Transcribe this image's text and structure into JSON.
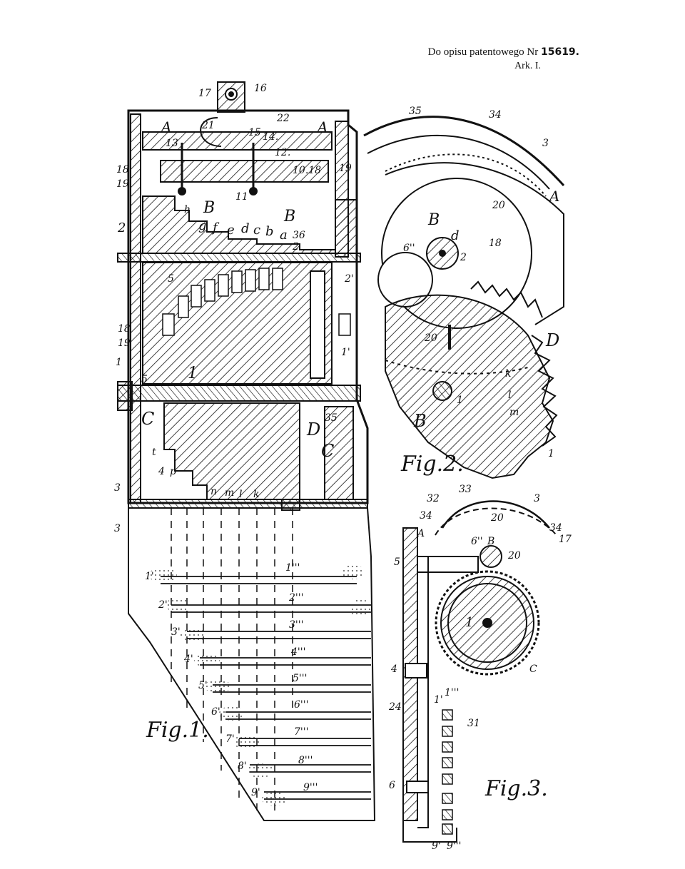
{
  "header": {
    "title_prefix": "Do opisu patentowego Nr",
    "patent_number": "15619.",
    "sheet": "Ark. I."
  },
  "figures": {
    "fig1": "Fig.1.",
    "fig2": "Fig.2.",
    "fig3": "Fig.3."
  },
  "fig1_labels": {
    "top": [
      "17",
      "16",
      "13",
      "22",
      "21",
      "15",
      "14.",
      "A",
      "A",
      "12.",
      "10.18",
      "18",
      "19",
      "19",
      "11",
      "h",
      "B",
      "B",
      "g",
      "f",
      "e",
      "d",
      "c",
      "b",
      "a",
      "36",
      "2",
      "2",
      "5",
      "2'",
      "18",
      "19",
      "1",
      "1'",
      "5",
      "1",
      "C",
      "D",
      "35",
      "C",
      "t",
      "4",
      "p",
      "n",
      "m",
      "l",
      "k",
      "3",
      "3"
    ],
    "keys": [
      "1'''",
      "2'''",
      "3'''",
      "4'''",
      "5'''",
      "6'''",
      "7'''",
      "8'''",
      "9'''"
    ],
    "key_left": [
      "1'",
      "2'",
      "3'",
      "4'",
      "5'",
      "6'",
      "7'",
      "8'",
      "9'"
    ]
  },
  "fig2_labels": [
    "35",
    "34",
    "3",
    "20",
    "A",
    "B",
    "d",
    "6''",
    "2",
    "18",
    "20",
    "D",
    "1",
    "k",
    "l",
    "m",
    "B",
    "1"
  ],
  "fig3_labels": [
    "32",
    "33",
    "3",
    "34",
    "20",
    "34",
    "17",
    "A",
    "6''",
    "B",
    "20",
    "5",
    "1",
    "C",
    "4",
    "24",
    "1'",
    "1'''",
    "31",
    "6",
    "9'",
    "9'''"
  ]
}
